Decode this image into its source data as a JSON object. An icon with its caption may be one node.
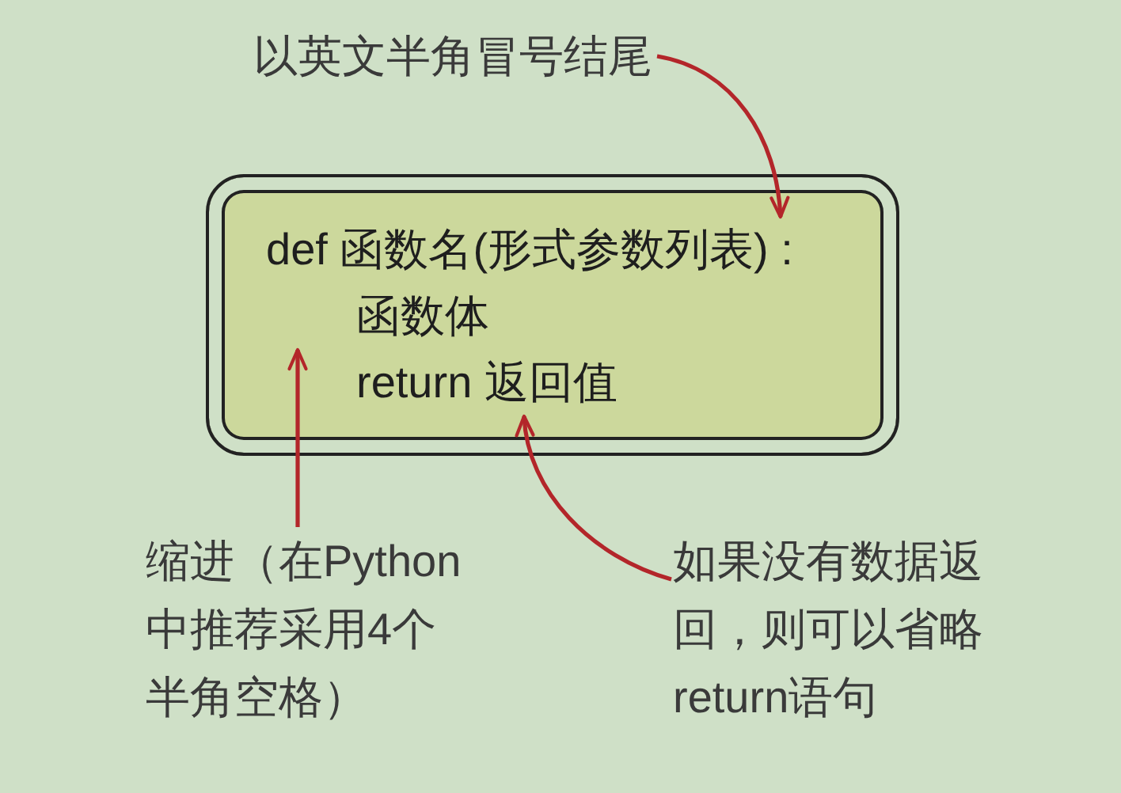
{
  "diagram": {
    "nodes": [
      {
        "text": [
          "以英文半角冒号结尾"
        ]
      },
      {
        "text": [],
        "shape": "box"
      },
      {
        "text": [
          "def 函数名(形式参数列表) :"
        ],
        "in": 1
      },
      {
        "text": [
          "函数体"
        ],
        "in": 1
      },
      {
        "text": [
          "return 返回值"
        ],
        "in": 1
      },
      {
        "text": [
          "缩进（在Python中推荐采用4个半角空格）"
        ]
      },
      {
        "text": [
          "如果没有数据返回，则可以省略return语句"
        ]
      }
    ],
    "edges": [
      {
        "from": 0,
        "to": 2,
        "arrow": "to"
      },
      {
        "from": 5,
        "to": 3,
        "arrow": "to"
      },
      {
        "from": 6,
        "to": 4,
        "arrow": "to"
      }
    ]
  }
}
